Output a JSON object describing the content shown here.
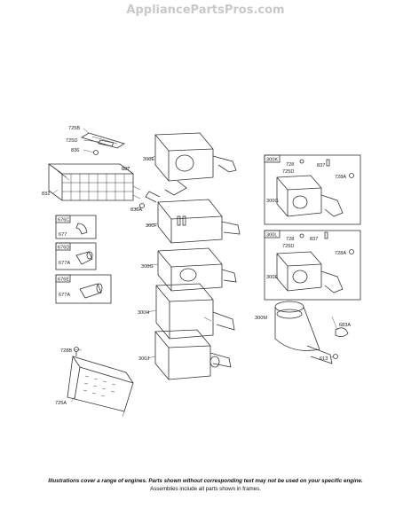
{
  "watermark": "AppliancePartsPros.com",
  "labels": {
    "l725B": "725B",
    "l725D": "725D",
    "l836": "836",
    "l837": "837",
    "l300E": "300E",
    "l832": "832",
    "l836A": "836A",
    "l300F": "300F",
    "l300G": "300G",
    "l300H": "300H",
    "l300J": "300J",
    "l676C": "676C",
    "l677": "677",
    "l676D": "676D",
    "l677A_1": "677A",
    "l676E": "676E",
    "l677A_2": "677A",
    "l728B": "728B",
    "l725A": "725A",
    "l300K": "300K",
    "l728_1": "728",
    "l837_1": "837",
    "l725D_1": "725D",
    "l728A_1": "728A",
    "l300G_1": "300G",
    "l300L": "300L",
    "l728_2": "728",
    "l837_2": "837",
    "l725D_2": "725D",
    "l728A_2": "728A",
    "l300E_2": "300E",
    "l300M": "300M",
    "l683A": "683A",
    "l613": "613"
  },
  "notes": {
    "line1": "Illustrations cover a range of engines. Parts shown without corresponding text may not be used on your specific engine.",
    "line2": "Assemblies include all parts shown in frames."
  }
}
